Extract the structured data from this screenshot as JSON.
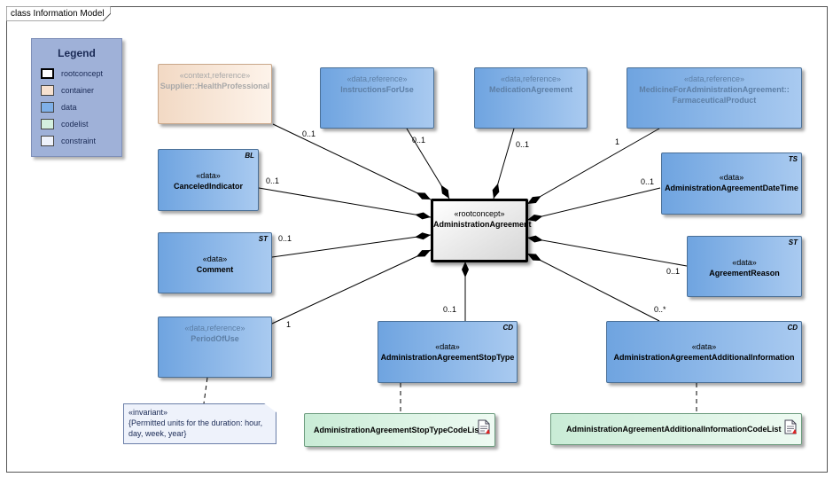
{
  "diagram": {
    "frame_title": "class Information Model"
  },
  "legend": {
    "title": "Legend",
    "items": [
      {
        "label": "rootconcept",
        "color": "#ffffff"
      },
      {
        "label": "container",
        "color": "#f6e1d0"
      },
      {
        "label": "data",
        "color": "#7fb0e8"
      },
      {
        "label": "codelist",
        "color": "#d4f0df"
      },
      {
        "label": "constraint",
        "color": "#eef2fb"
      }
    ]
  },
  "classes": {
    "root": {
      "stereotype": "«rootconcept»",
      "name": "AdministrationAgreement"
    },
    "supplier": {
      "stereotype": "«context,reference»",
      "name": "Supplier::HealthProfessional"
    },
    "instructions": {
      "stereotype": "«data,reference»",
      "name": "InstructionsForUse"
    },
    "medication": {
      "stereotype": "«data,reference»",
      "name": "MedicationAgreement"
    },
    "medicine": {
      "stereotype": "«data,reference»",
      "name": "MedicineForAdministrationAgreement::",
      "name2": "FarmaceuticalProduct"
    },
    "canceled": {
      "stereotype": "«data»",
      "name": "CanceledIndicator",
      "tag": "BL"
    },
    "datetime": {
      "stereotype": "«data»",
      "name": "AdministrationAgreementDateTime",
      "tag": "TS"
    },
    "comment": {
      "stereotype": "«data»",
      "name": "Comment",
      "tag": "ST"
    },
    "reason": {
      "stereotype": "«data»",
      "name": "AgreementReason",
      "tag": "ST"
    },
    "period": {
      "stereotype": "«data,reference»",
      "name": "PeriodOfUse"
    },
    "stoptype": {
      "stereotype": "«data»",
      "name": "AdministrationAgreementStopType",
      "tag": "CD"
    },
    "additional": {
      "stereotype": "«data»",
      "name": "AdministrationAgreementAdditionalInformation",
      "tag": "CD"
    },
    "stoplist": {
      "name": "AdministrationAgreementStopTypeCodeList"
    },
    "addlist": {
      "name": "AdministrationAgreementAdditionalInformationCodeList"
    }
  },
  "multiplicities": {
    "supplier": "0..1",
    "instructions": "0..1",
    "medication": "0..1",
    "medicine": "1",
    "canceled": "0..1",
    "datetime": "0..1",
    "comment": "0..1",
    "reason": "0..1",
    "period": "1",
    "stoptype": "0..1",
    "additional": "0..*"
  },
  "note": {
    "line1": "«invariant»",
    "line2": "{Permitted units for the duration: hour,",
    "line3": "day, week, year}"
  },
  "colors": {
    "data": "#7fb0e8",
    "container": "#f6e1d0",
    "codelist": "#d4f0df",
    "root_border": "#000000",
    "edge": "#000000"
  }
}
